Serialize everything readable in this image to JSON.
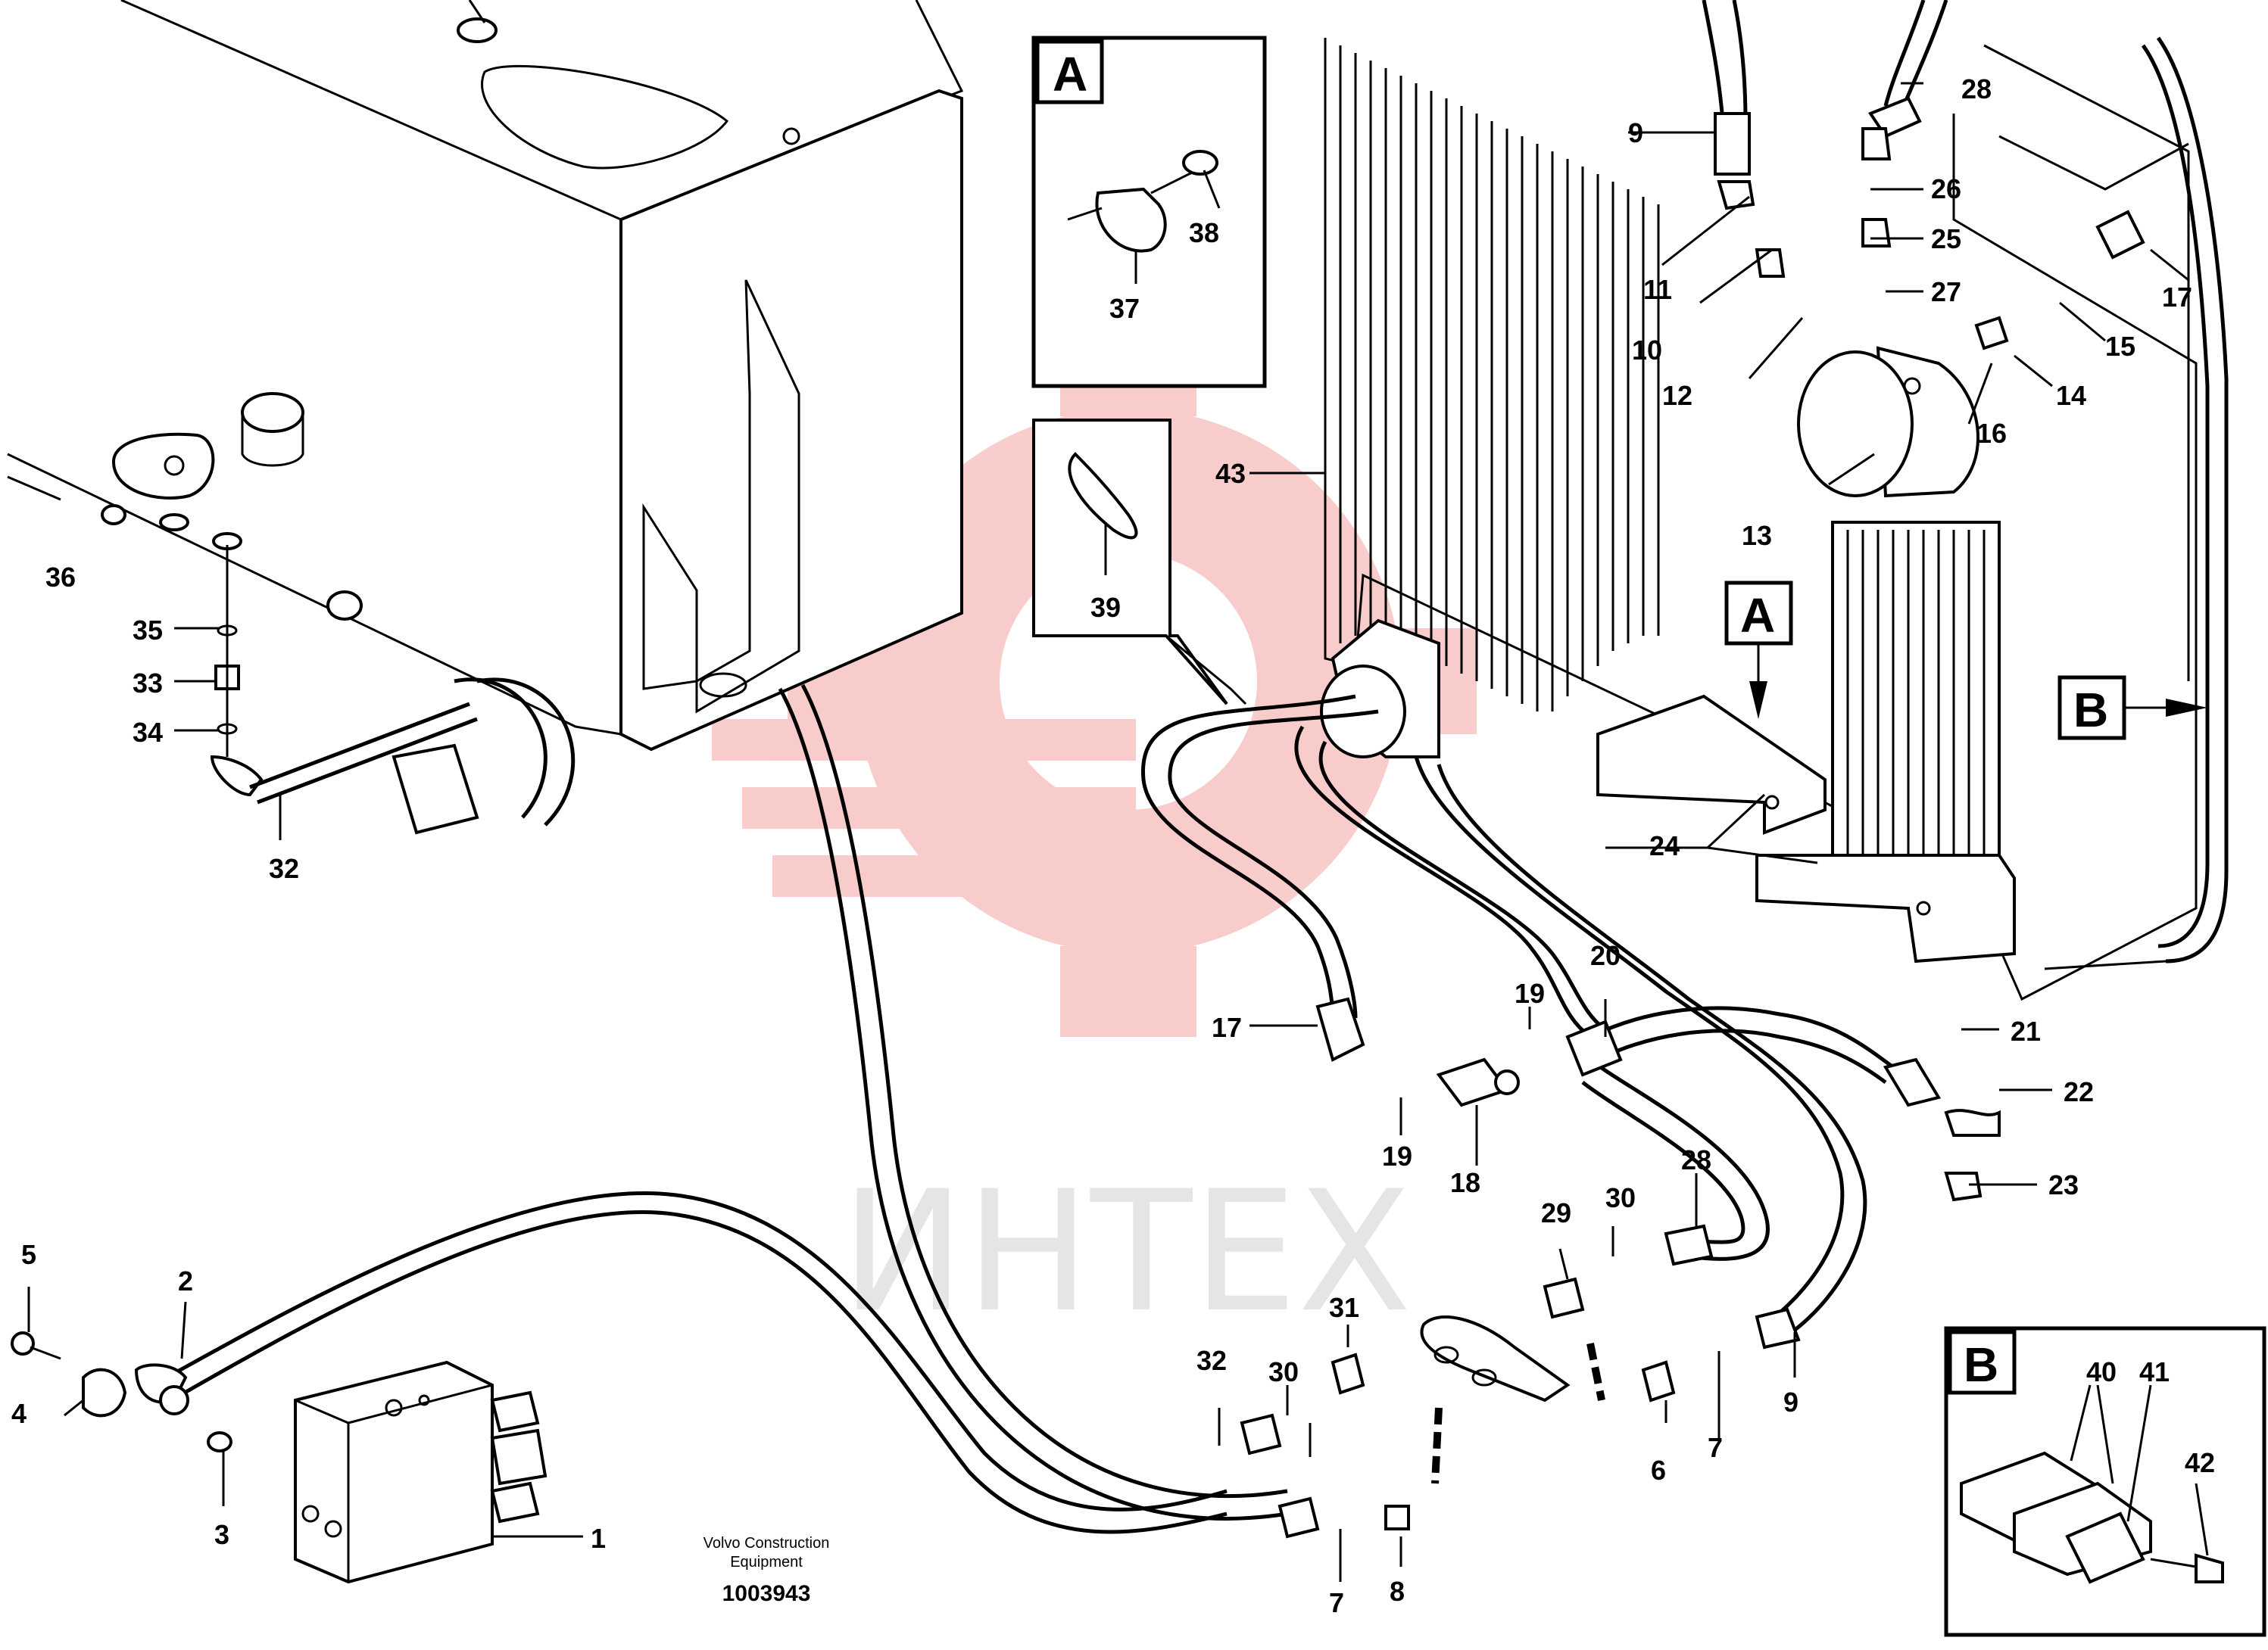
{
  "watermark_text": "ИНТЕХ",
  "caption": {
    "line1": "Volvo Construction",
    "line2": "Equipment"
  },
  "document_number": "1003943",
  "detail_labels": {
    "a_box": "A",
    "b_box": "B",
    "a_pointer": "A",
    "b_pointer": "B"
  },
  "parts": {
    "p1": "1",
    "p2": "2",
    "p3": "3",
    "p4": "4",
    "p5": "5",
    "p6": "6",
    "p7a": "7",
    "p7b": "7",
    "p8": "8",
    "p9a": "9",
    "p9b": "9",
    "p10": "10",
    "p11": "11",
    "p12": "12",
    "p13": "13",
    "p14": "14",
    "p15": "15",
    "p16": "16",
    "p17a": "17",
    "p17b": "17",
    "p18": "18",
    "p19a": "19",
    "p19b": "19",
    "p20": "20",
    "p21": "21",
    "p22": "22",
    "p23": "23",
    "p24": "24",
    "p25": "25",
    "p26": "26",
    "p27": "27",
    "p28a": "28",
    "p28b": "28",
    "p29": "29",
    "p30a": "30",
    "p30b": "30",
    "p31": "31",
    "p32a": "32",
    "p32b": "32",
    "p33": "33",
    "p34": "34",
    "p35": "35",
    "p36": "36",
    "p37": "37",
    "p38": "38",
    "p39": "39",
    "p40": "40",
    "p41": "41",
    "p42": "42",
    "p43": "43"
  },
  "colors": {
    "line": "#000000",
    "watermark_gear": "#f5b5b5",
    "watermark_text": "#d0d0d0"
  }
}
